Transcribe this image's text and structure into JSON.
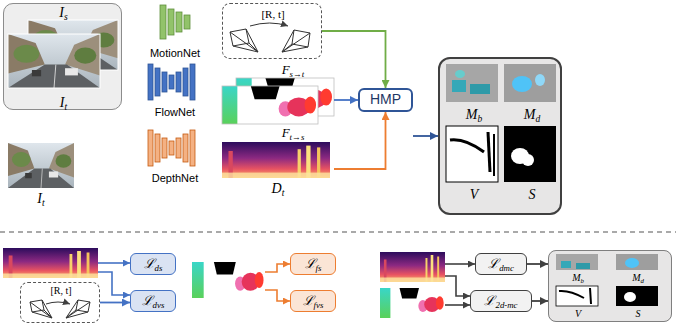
{
  "diagram": {
    "nodes": [
      {
        "text": [
          "Is",
          "It"
        ]
      },
      {
        "text": [
          "MotionNet"
        ]
      },
      {
        "text": [
          "[R, t]"
        ]
      },
      {
        "text": [
          "FlowNet"
        ]
      },
      {
        "text": [
          "Fs→t",
          "Ft→s"
        ]
      },
      {
        "text": [
          "It"
        ]
      },
      {
        "text": [
          "DepthNet"
        ]
      },
      {
        "text": [
          "Dt"
        ]
      },
      {
        "text": [
          "HMP"
        ]
      },
      {
        "text": [
          "Mb",
          "Md",
          "V",
          "S"
        ]
      },
      {
        "text": [
          "[R, t]"
        ]
      },
      {
        "text": [
          "ℒds"
        ]
      },
      {
        "text": [
          "ℒdvs"
        ]
      },
      {
        "text": [
          "ℒfs"
        ]
      },
      {
        "text": [
          "ℒfvs"
        ]
      },
      {
        "text": [
          "ℒdmc"
        ]
      },
      {
        "text": [
          "ℒ2d-mc"
        ]
      },
      {
        "text": [
          "Mb",
          "Md",
          "V",
          "S"
        ]
      }
    ],
    "edges": [
      {
        "from": 2,
        "to": 8,
        "arrow": "to"
      },
      {
        "from": 4,
        "to": 8,
        "arrow": "to"
      },
      {
        "from": 7,
        "to": 8,
        "arrow": "to"
      },
      {
        "from": 8,
        "to": 9,
        "arrow": "to"
      },
      {
        "from": 10,
        "to": 12,
        "arrow": "to"
      },
      {
        "from": 15,
        "to": 17,
        "arrow": "to"
      },
      {
        "from": 16,
        "to": 17,
        "arrow": "to"
      }
    ]
  }
}
